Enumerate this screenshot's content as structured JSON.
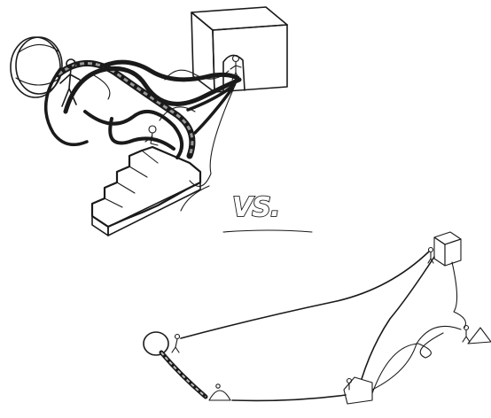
{
  "versus_label": "VS.",
  "icons": {
    "top_scene": "tangled-network-illustration",
    "bottom_scene": "simple-network-illustration"
  },
  "colors": {
    "ink": "#1a1a1a",
    "wall_shade": "#d9d9d9",
    "wall_light": "#f2f2f2",
    "background": "#ffffff"
  }
}
